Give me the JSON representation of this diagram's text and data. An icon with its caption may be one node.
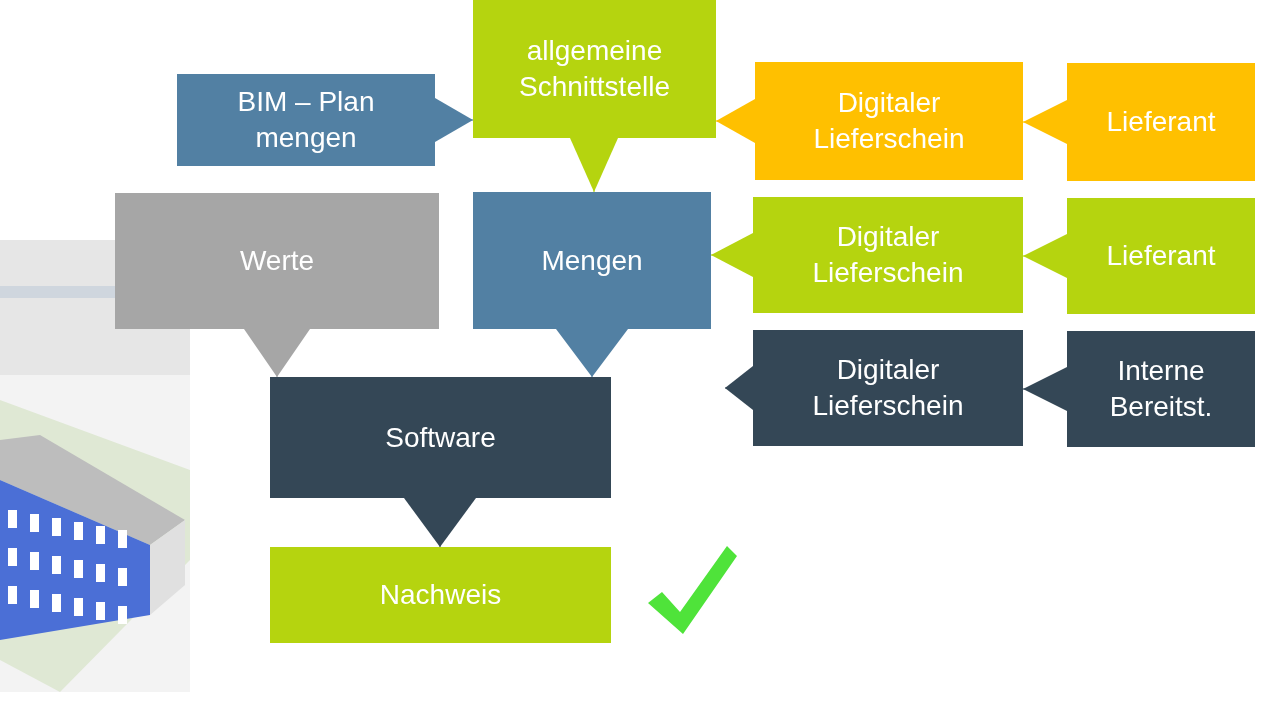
{
  "diagram": {
    "nodes": [
      {
        "text": [
          "BIM – Plan mengen"
        ]
      },
      {
        "text": [
          "allgemeine Schnittstelle"
        ]
      },
      {
        "text": [
          "Digitaler Lieferschein"
        ]
      },
      {
        "text": [
          "Lieferant"
        ]
      },
      {
        "text": [
          "Werte"
        ]
      },
      {
        "text": [
          "Mengen"
        ]
      },
      {
        "text": [
          "Digitaler Lieferschein"
        ]
      },
      {
        "text": [
          "Lieferant"
        ]
      },
      {
        "text": [
          "Digitaler Lieferschein"
        ]
      },
      {
        "text": [
          "Interne Bereitst."
        ]
      },
      {
        "text": [
          "Software"
        ]
      },
      {
        "text": [
          "Nachweis"
        ]
      }
    ],
    "edges": [
      {
        "from": 0,
        "to": 1,
        "arrow": "to",
        "color": "#5280a3"
      },
      {
        "from": 1,
        "to": 5,
        "arrow": "to",
        "color": "#b5d40f"
      },
      {
        "from": 2,
        "to": 1,
        "arrow": "to",
        "color": "#ffc000"
      },
      {
        "from": 3,
        "to": 2,
        "arrow": "to",
        "color": "#ffc000"
      },
      {
        "from": 4,
        "to": 10,
        "arrow": "to",
        "color": "#a6a6a6"
      },
      {
        "from": 5,
        "to": 10,
        "arrow": "to",
        "color": "#5280a3"
      },
      {
        "from": 6,
        "to": 5,
        "arrow": "to",
        "color": "#b5d40f"
      },
      {
        "from": 7,
        "to": 6,
        "arrow": "to",
        "color": "#b5d40f"
      },
      {
        "from": 8,
        "to": null,
        "arrow": "to",
        "color": "#344756"
      },
      {
        "from": 9,
        "to": 8,
        "arrow": "to",
        "color": "#344756"
      },
      {
        "from": 10,
        "to": 11,
        "arrow": "to",
        "color": "#344756"
      }
    ]
  }
}
